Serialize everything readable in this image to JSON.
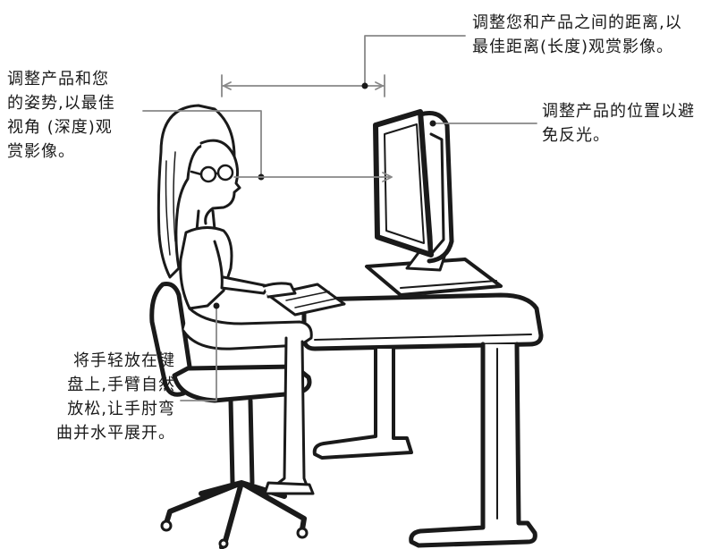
{
  "callouts": {
    "distance": "调整您和产品之间的距离,以\n最佳距离(长度)观赏影像。",
    "posture": "调整产品和您\n的姿势,以最佳\n视角 (深度)观\n赏影像。",
    "position": "调整产品的位置以避\n免反光。",
    "hands": "将手轻放在键\n盘上,手臂自然\n放松,让手肘弯\n曲并水平展开。"
  },
  "colors": {
    "line": "#1a1a1a",
    "leader": "#888888",
    "background": "#ffffff"
  },
  "icons": [
    "woman-seated-figure",
    "office-chair",
    "desk",
    "monitor",
    "keyboard"
  ]
}
